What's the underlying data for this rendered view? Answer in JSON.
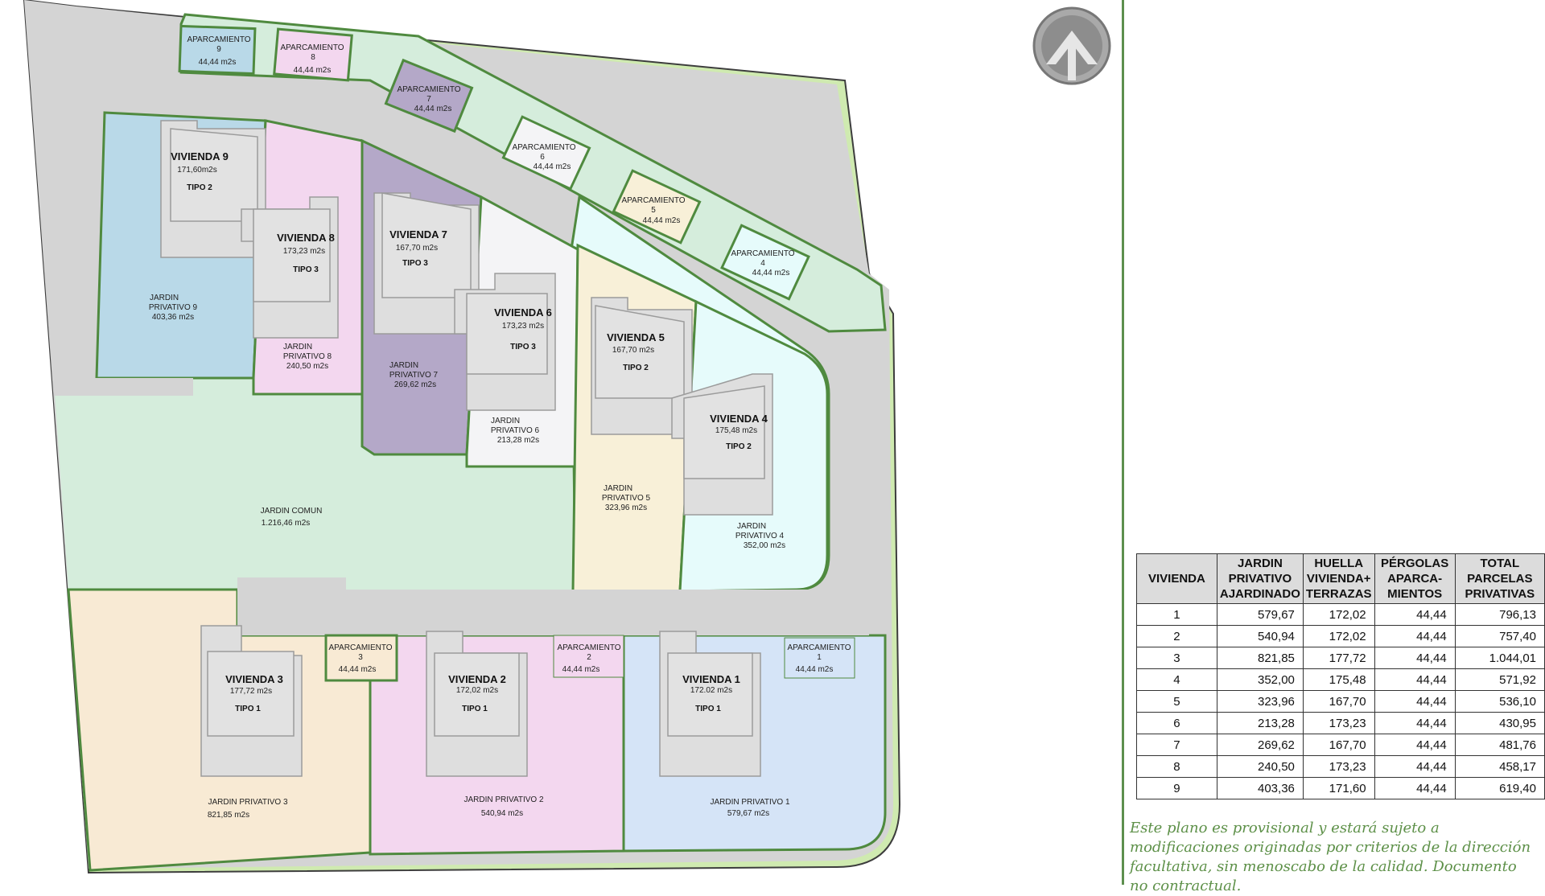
{
  "plan": {
    "viviendas": [
      {
        "id": "v1",
        "title": "VIVIENDA 1",
        "area": "172.02 m2s",
        "tipo": "TIPO 1"
      },
      {
        "id": "v2",
        "title": "VIVIENDA 2",
        "area": "172,02 m2s",
        "tipo": "TIPO 1"
      },
      {
        "id": "v3",
        "title": "VIVIENDA 3",
        "area": "177,72 m2s",
        "tipo": "TIPO 1"
      },
      {
        "id": "v4",
        "title": "VIVIENDA 4",
        "area": "175,48 m2s",
        "tipo": "TIPO 2"
      },
      {
        "id": "v5",
        "title": "VIVIENDA 5",
        "area": "167,70 m2s",
        "tipo": "TIPO 2"
      },
      {
        "id": "v6",
        "title": "VIVIENDA 6",
        "area": "173,23 m2s",
        "tipo": "TIPO 3"
      },
      {
        "id": "v7",
        "title": "VIVIENDA 7",
        "area": "167,70 m2s",
        "tipo": "TIPO 3"
      },
      {
        "id": "v8",
        "title": "VIVIENDA 8",
        "area": "173,23 m2s",
        "tipo": "TIPO 3"
      },
      {
        "id": "v9",
        "title": "VIVIENDA 9",
        "area": "171,60m2s",
        "tipo": "TIPO 2"
      }
    ],
    "jardines": [
      {
        "id": "j1",
        "line1": "JARDIN PRIVATIVO 1",
        "line2": "",
        "area": "579,67 m2s"
      },
      {
        "id": "j2",
        "line1": "JARDIN PRIVATIVO 2",
        "line2": "",
        "area": "540,94 m2s"
      },
      {
        "id": "j3",
        "line1": "JARDIN PRIVATIVO 3",
        "line2": "",
        "area": "821,85 m2s"
      },
      {
        "id": "j4",
        "line1": "JARDIN",
        "line2": "PRIVATIVO 4",
        "area": "352,00 m2s"
      },
      {
        "id": "j5",
        "line1": "JARDIN",
        "line2": "PRIVATIVO 5",
        "area": "323,96 m2s"
      },
      {
        "id": "j6",
        "line1": "JARDIN",
        "line2": "PRIVATIVO 6",
        "area": "213,28 m2s"
      },
      {
        "id": "j7",
        "line1": "JARDIN",
        "line2": "PRIVATIVO 7",
        "area": "269,62 m2s"
      },
      {
        "id": "j8",
        "line1": "JARDIN",
        "line2": "PRIVATIVO 8",
        "area": "240,50 m2s"
      },
      {
        "id": "j9",
        "line1": "JARDIN",
        "line2": "PRIVATIVO 9",
        "area": "403,36 m2s"
      }
    ],
    "jardin_comun": {
      "label": "JARDIN COMUN",
      "area": "1.216,46 m2s"
    },
    "aparcamiento_label": "APARCAMIENTO",
    "aparcamientos": [
      {
        "id": "p1",
        "num": "1",
        "area": "44,44 m2s"
      },
      {
        "id": "p2",
        "num": "2",
        "area": "44,44 m2s"
      },
      {
        "id": "p3",
        "num": "3",
        "area": "44,44 m2s"
      },
      {
        "id": "p4",
        "num": "4",
        "area": "44,44 m2s"
      },
      {
        "id": "p5",
        "num": "5",
        "area": "44,44 m2s"
      },
      {
        "id": "p6",
        "num": "6",
        "area": "44,44 m2s"
      },
      {
        "id": "p7",
        "num": "7",
        "area": "44,44 m2s"
      },
      {
        "id": "p8",
        "num": "8",
        "area": "44,44 m2s"
      },
      {
        "id": "p9",
        "num": "9",
        "area": "44,44 m2s"
      }
    ],
    "colors": {
      "road": "#d4d4d4",
      "border": "#4f8a3f",
      "outer_green": "#cfeab0",
      "strip": "#d5eddc",
      "comun": "#d5eddc",
      "house": "#dedede",
      "house_edge": "#999999",
      "p1": "#d5e4f7",
      "p2": "#f3d7ef",
      "p3": "#f8ead4",
      "p4": "#e6fbfb",
      "p5": "#f8f0d8",
      "p6": "#f4f4f6",
      "p7": "#b4a8c8",
      "p8": "#f3d7ef",
      "p9": "#b9d9e8"
    }
  },
  "table": {
    "headers": [
      [
        "VIVIENDA"
      ],
      [
        "JARDIN",
        "PRIVATIVO",
        "AJARDINADO"
      ],
      [
        "HUELLA",
        "VIVIENDA+",
        "TERRAZAS"
      ],
      [
        "PÉRGOLAS",
        "APARCA-",
        "MIENTOS"
      ],
      [
        "TOTAL",
        "PARCELAS",
        "PRIVATIVAS"
      ]
    ],
    "rows": [
      [
        "1",
        "579,67",
        "172,02",
        "44,44",
        "796,13"
      ],
      [
        "2",
        "540,94",
        "172,02",
        "44,44",
        "757,40"
      ],
      [
        "3",
        "821,85",
        "177,72",
        "44,44",
        "1.044,01"
      ],
      [
        "4",
        "352,00",
        "175,48",
        "44,44",
        "571,92"
      ],
      [
        "5",
        "323,96",
        "167,70",
        "44,44",
        "536,10"
      ],
      [
        "6",
        "213,28",
        "173,23",
        "44,44",
        "430,95"
      ],
      [
        "7",
        "269,62",
        "167,70",
        "44,44",
        "481,76"
      ],
      [
        "8",
        "240,50",
        "173,23",
        "44,44",
        "458,17"
      ],
      [
        "9",
        "403,36",
        "171,60",
        "44,44",
        "619,40"
      ]
    ]
  },
  "note": "Este plano es provisional y estará sujeto a modificaciones originadas por criterios de la dirección facultativa, sin menoscabo de la calidad. Documento no contractual."
}
